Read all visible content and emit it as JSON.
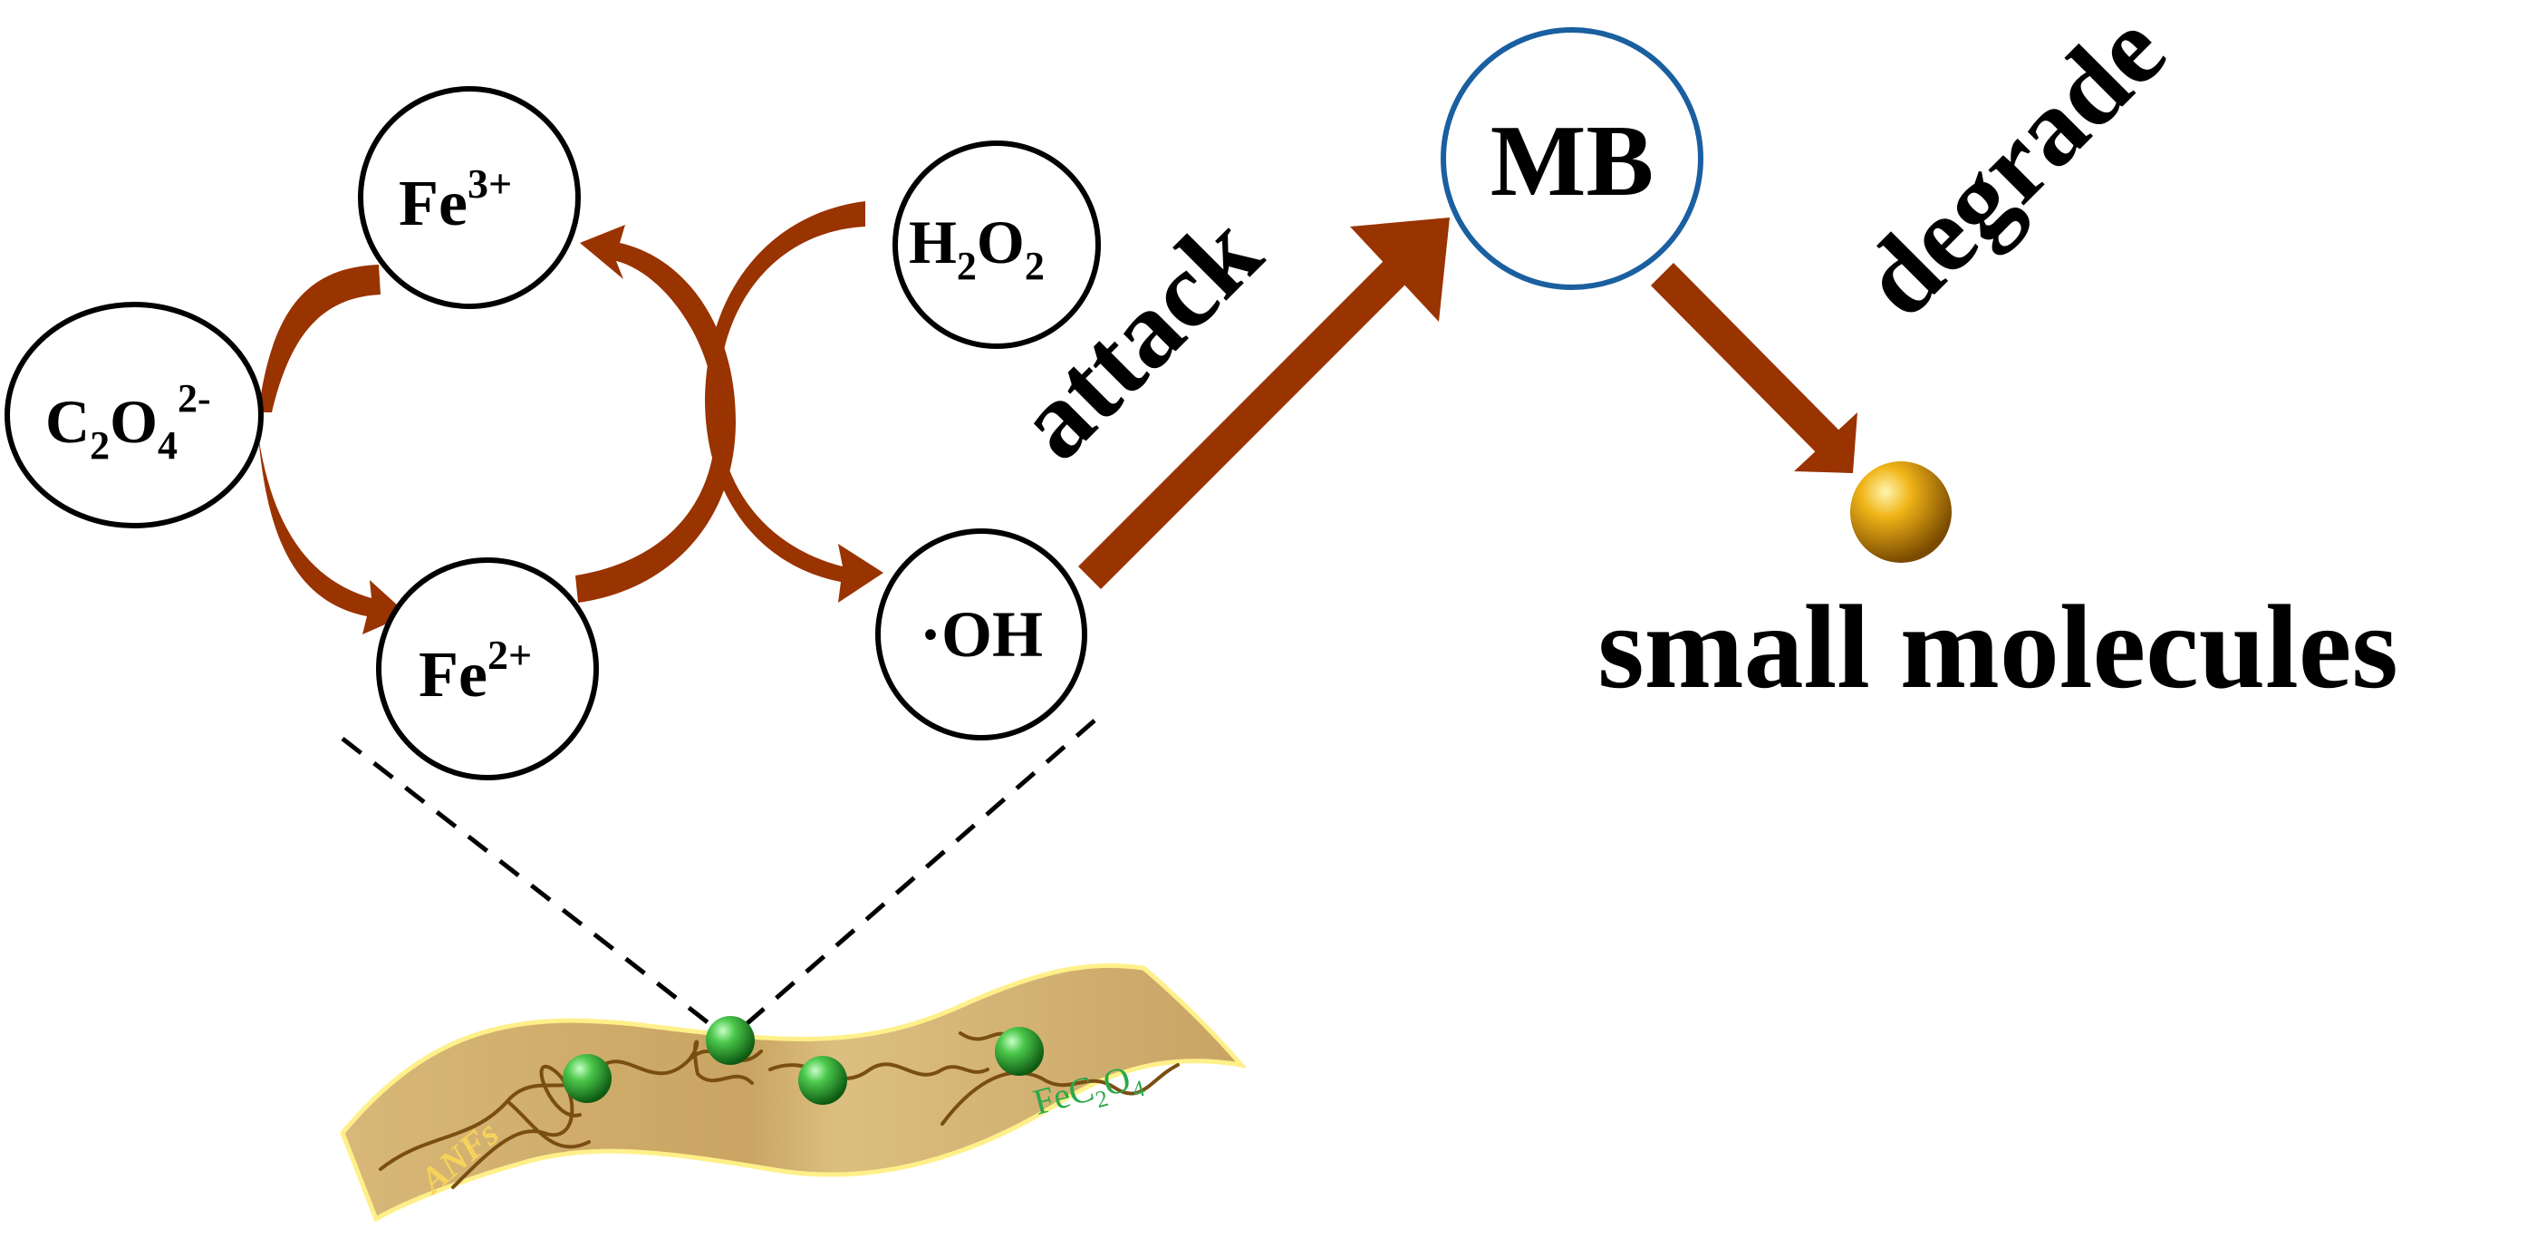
{
  "nodes": {
    "oxalate": {
      "base": "C",
      "sub1": "2",
      "mid": "O",
      "sub2": "4",
      "sup": "2-"
    },
    "fe3": {
      "base": "Fe",
      "sup": "3+"
    },
    "fe2": {
      "base": "Fe",
      "sup": "2+"
    },
    "h2o2": {
      "p1": "H",
      "sub1": "2",
      "p2": "O",
      "sub2": "2"
    },
    "oh": {
      "text": "·OH"
    },
    "mb": {
      "text": "MB"
    }
  },
  "labels": {
    "attack": "attack",
    "degrade": "degrade",
    "small_molecules": "small molecules",
    "anfs": "ANFs",
    "fec2o4": {
      "base": "FeC",
      "sub1": "2",
      "mid": "O",
      "sub2": "4"
    }
  },
  "colors": {
    "arrow": "#993300",
    "arrow_dark": "#6e2a06",
    "mb_ring": "#1a5fa0",
    "node_ring": "#000000",
    "membrane": "#d9b97a",
    "membrane_edge": "#fff08a",
    "fiber": "#7a4e12",
    "particle": "#3cb43c",
    "sphere": "#e8a30c",
    "anfs_text": "#f5d35a",
    "fec2o4_text": "#2aa84a"
  }
}
